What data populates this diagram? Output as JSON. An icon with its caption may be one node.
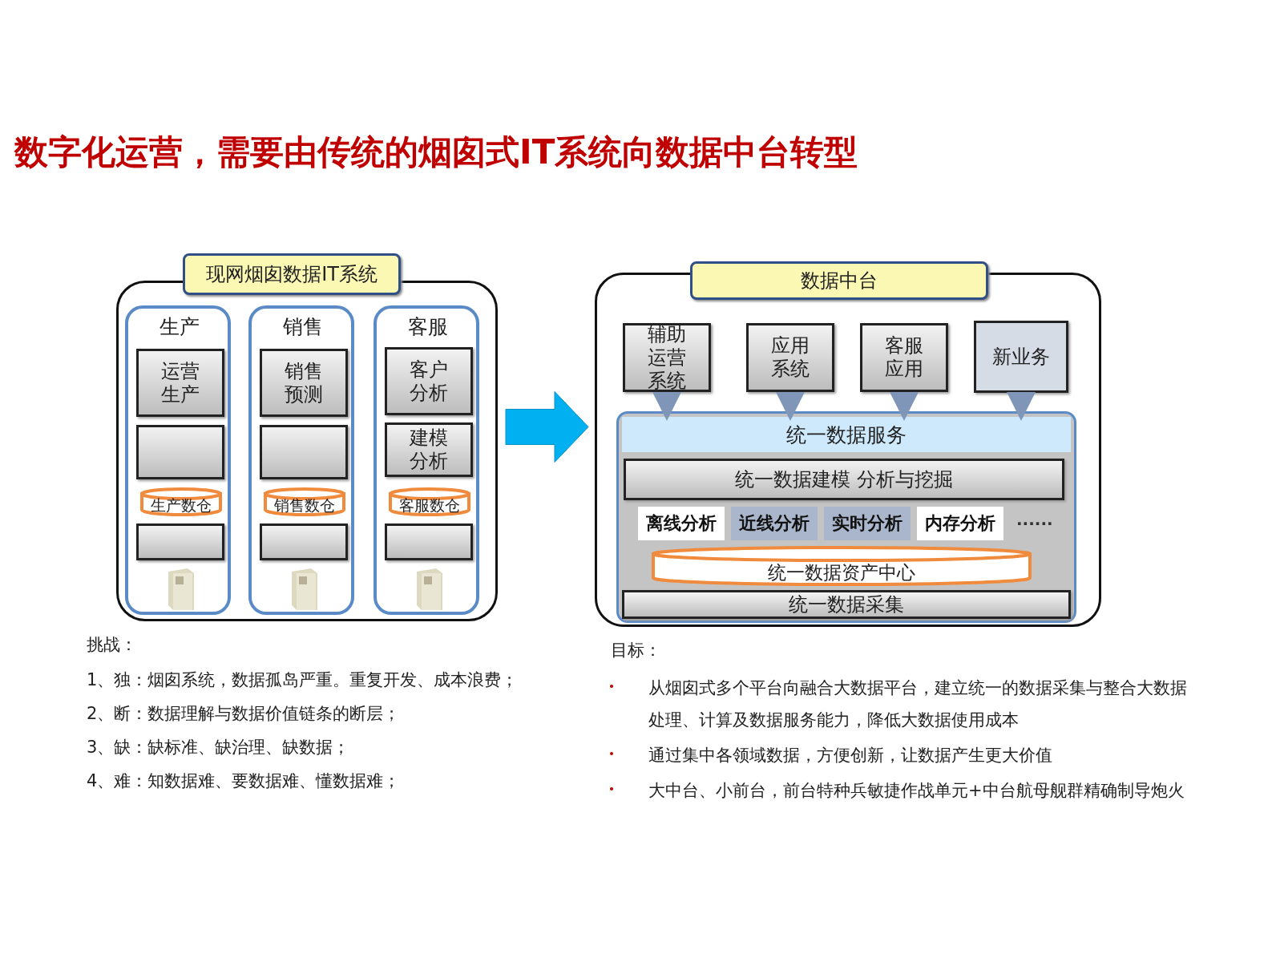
{
  "diagram": {
    "title": "数字化运营，需要由传统的烟囱式IT系统向数据中台转型",
    "nodes": [
      {
        "text": [
          "现网烟囱数据IT系统"
        ]
      },
      {
        "text": [
          "生产"
        ],
        "in": 0
      },
      {
        "text": [
          "运营生产"
        ],
        "in": 1
      },
      {
        "text": [],
        "shape": "box",
        "in": 1
      },
      {
        "text": [
          "生产数仓"
        ],
        "in": 1
      },
      {
        "text": [],
        "shape": "box",
        "in": 1
      },
      {
        "text": [
          "销售"
        ],
        "in": 0
      },
      {
        "text": [
          "销售预测"
        ],
        "in": 6
      },
      {
        "text": [],
        "shape": "box",
        "in": 6
      },
      {
        "text": [
          "销售数仓"
        ],
        "in": 6
      },
      {
        "text": [],
        "shape": "box",
        "in": 6
      },
      {
        "text": [
          "客服"
        ],
        "in": 0
      },
      {
        "text": [
          "客户分析"
        ],
        "in": 11
      },
      {
        "text": [
          "建模分析"
        ],
        "in": 11
      },
      {
        "text": [
          "客服数仓"
        ],
        "in": 11
      },
      {
        "text": [],
        "shape": "box",
        "in": 11
      },
      {
        "text": [
          "数据中台"
        ]
      },
      {
        "text": [
          "辅助运营系统"
        ],
        "in": 16
      },
      {
        "text": [
          "应用系统"
        ],
        "in": 16
      },
      {
        "text": [
          "客服应用"
        ],
        "in": 16
      },
      {
        "text": [
          "新业务"
        ],
        "in": 16
      },
      {
        "text": [],
        "shape": "box",
        "in": 16
      },
      {
        "text": [
          "统一数据服务"
        ],
        "in": 21
      },
      {
        "text": [
          "统一数据建模 分析与挖掘"
        ],
        "in": 21
      },
      {
        "text": [
          "离线分析"
        ],
        "in": 21
      },
      {
        "text": [
          "近线分析"
        ],
        "in": 21
      },
      {
        "text": [
          "实时分析"
        ],
        "in": 21
      },
      {
        "text": [
          "内存分析"
        ],
        "in": 21
      },
      {
        "text": [
          "统一数据资产中心"
        ],
        "in": 21
      },
      {
        "text": [
          "统一数据采集"
        ],
        "in": 21
      }
    ],
    "edges": [
      {
        "from": 0,
        "to": 16,
        "arrow": "to",
        "style": "thick",
        "color": "#00b0f0"
      },
      {
        "from": 17,
        "to": 22,
        "arrow": "to"
      },
      {
        "from": 18,
        "to": 22,
        "arrow": "to"
      },
      {
        "from": 19,
        "to": 22,
        "arrow": "to"
      },
      {
        "from": 20,
        "to": 22,
        "arrow": "to"
      }
    ],
    "labels": [
      "......",
      "挑战：",
      "1、独：烟囱系统，数据孤岛严重。重复开发、成本浪费；",
      "2、断：数据理解与数据价值链条的断层；",
      "3、缺：缺标准、缺治理、缺数据；",
      "4、难：知数据难、要数据难、懂数据难；",
      "目标：",
      "从烟囱式多个平台向融合大数据平台，建立统一的数据采集与整合大数据处理、计算及数据服务能力，降低大数据使用成本",
      "通过集中各领域数据，方便创新，让数据产生更大价值",
      "大中台、小前台，前台特种兵敏捷作战单元+中台航母舰群精确制导炮火"
    ]
  }
}
